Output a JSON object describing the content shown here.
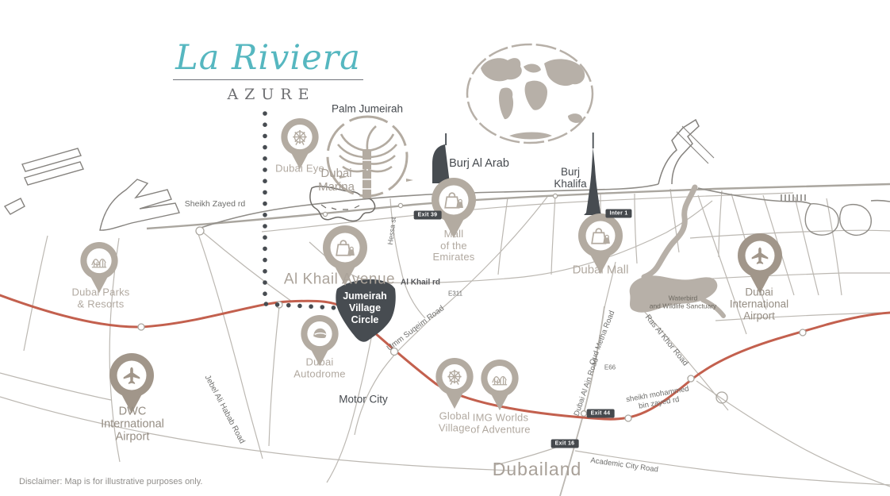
{
  "brand": {
    "name": "La Riviera",
    "subtitle": "AZURE"
  },
  "disclaimer": "Disclaimer: Map is for illustrative purposes only.",
  "colors": {
    "brand_teal": "#56b7c0",
    "dark_slate": "#474c51",
    "pin_taupe": "#b3aba1",
    "pin_brown": "#a1968a",
    "highway_red": "#c3604e",
    "road_gray": "#bcb8b2",
    "water_taupe": "#b7b0a8",
    "poi_label_gray": "#b1a9a0"
  },
  "landmarks": {
    "palm_jumeirah": "Palm Jumeirah",
    "dubai_marina_l1": "Dubai",
    "dubai_marina_l2": "Marina",
    "burj_al_arab": "Burj Al Arab",
    "burj_khalifa_l1": "Burj",
    "burj_khalifa_l2": "Khalifa",
    "motor_city": "Motor City",
    "dubailand": "Dubailand"
  },
  "pois": {
    "dubai_eye": {
      "label": "Dubai Eye",
      "icon": "ferris-wheel-icon"
    },
    "mall_of_the_emirates": {
      "l1": "Mall",
      "l2": "of the",
      "l3": "Emirates",
      "icon": "shopping-bag-icon"
    },
    "dubai_mall": {
      "label": "Dubai Mall",
      "icon": "shopping-bag-icon"
    },
    "al_khail_avenue": {
      "label": "Al Khail Avenue",
      "icon": "shopping-bag-icon"
    },
    "jumeirah_village_circle": {
      "l1": "Jumeirah",
      "l2": "Village",
      "l3": "Circle"
    },
    "dubai_autodrome": {
      "l1": "Dubai",
      "l2": "Autodrome",
      "icon": "helmet-icon"
    },
    "global_village": {
      "l1": "Global",
      "l2": "Village",
      "icon": "ferris-wheel-icon"
    },
    "img_worlds": {
      "l1": "IMG Worlds",
      "l2": "of Adventure",
      "icon": "roller-coaster-icon"
    },
    "dubai_parks": {
      "l1": "Dubai Parks",
      "l2": "& Resorts",
      "icon": "roller-coaster-icon"
    },
    "dwc_airport": {
      "l1": "DWC",
      "l2": "International",
      "l3": "Airport",
      "icon": "airplane-icon"
    },
    "dxb_airport": {
      "l1": "Dubai",
      "l2": "International",
      "l3": "Airport",
      "icon": "airplane-icon"
    },
    "waterbird_sanctuary": {
      "l1": "Waterbird",
      "l2": "and Wildlife Sanctuary"
    }
  },
  "roads": {
    "sheikh_zayed": "Sheikh Zayed rd",
    "al_khail": "Al Khail rd",
    "e311": "E311",
    "hessa": "Hessa st",
    "umm_suqeim": "Umm Suqeim Road",
    "jebel_ali": "Jebel Ali Habab Road",
    "oud_metha": "Oud Metha Road",
    "dubai_al_ain": "Dubai Al Ain Road",
    "e66": "E66",
    "ras_al_khor": "Ras Al Khor Road",
    "smbz_l1": "sheikh mohammed",
    "smbz_l2": "bin zayed rd",
    "academic_city": "Academic City Road"
  },
  "exits": {
    "exit_39": "Exit 39",
    "inter_1": "Inter 1",
    "exit_44": "Exit 44",
    "exit_16": "Exit 16"
  }
}
